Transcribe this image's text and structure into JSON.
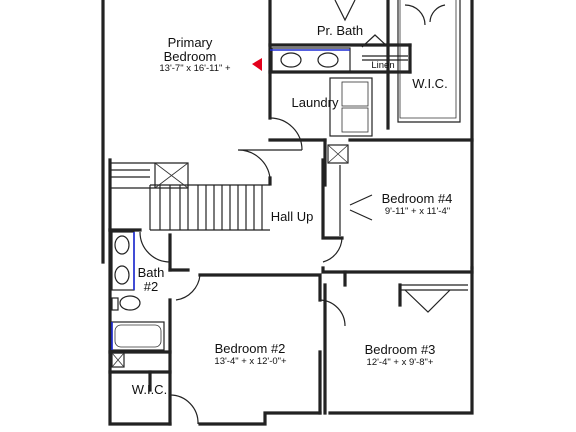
{
  "rooms": {
    "primary_bedroom": {
      "name": "Primary\nBedroom",
      "dims": "13'-7\" x 16'-11\" +"
    },
    "primary_bath": {
      "name": "Pr. Bath"
    },
    "linen": {
      "name": "Linen"
    },
    "wic_primary": {
      "name": "W.I.C."
    },
    "laundry": {
      "name": "Laundry"
    },
    "hall": {
      "name": "Hall Up"
    },
    "bedroom4": {
      "name": "Bedroom #4",
      "dims": "9'-11\" + x 11'-4\""
    },
    "bath2": {
      "name": "Bath\n#2"
    },
    "bedroom2": {
      "name": "Bedroom #2",
      "dims": "13'-4\" + x 12'-0\"+"
    },
    "bedroom3": {
      "name": "Bedroom #3",
      "dims": "12'-4\" + x 9'-8\"+"
    },
    "wic_bedroom2": {
      "name": "W.I.C."
    }
  },
  "accent_color": "#1d2bd6",
  "marker_color": "#e3001b"
}
